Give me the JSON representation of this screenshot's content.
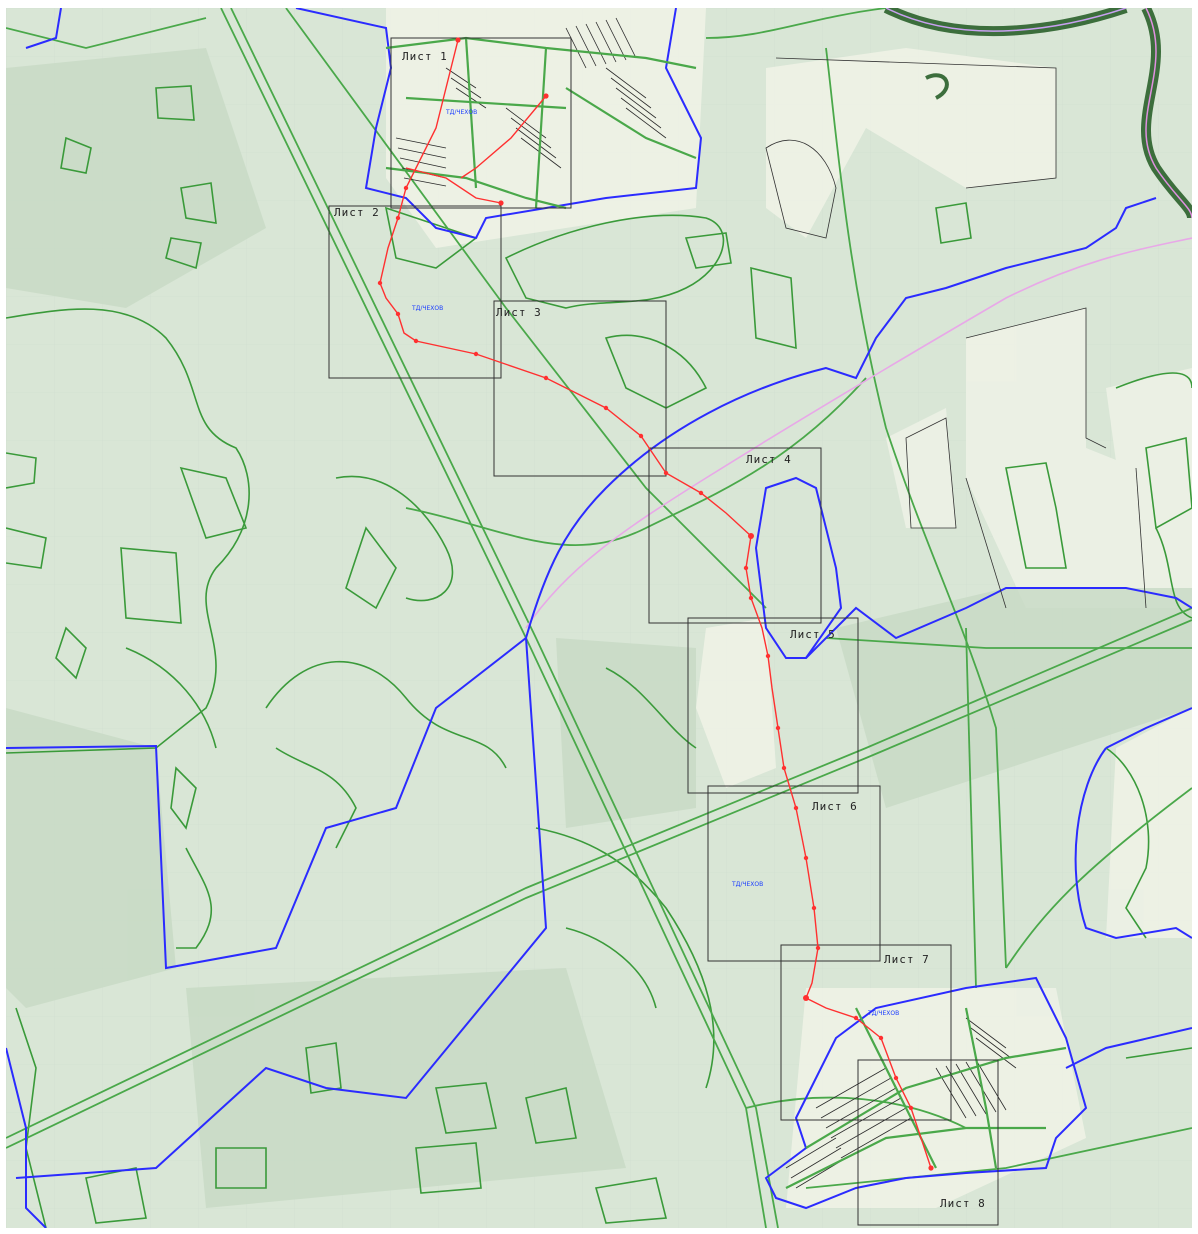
{
  "map": {
    "sheets": [
      {
        "id": "sheet-1",
        "label": "Лист 1"
      },
      {
        "id": "sheet-2",
        "label": "Лист 2"
      },
      {
        "id": "sheet-3",
        "label": "Лист 3"
      },
      {
        "id": "sheet-4",
        "label": "Лист 4"
      },
      {
        "id": "sheet-5",
        "label": "Лист 5"
      },
      {
        "id": "sheet-6",
        "label": "Лист 6"
      },
      {
        "id": "sheet-7",
        "label": "Лист 7"
      },
      {
        "id": "sheet-8",
        "label": "Лист 8"
      }
    ],
    "site_labels": [
      "ТД/ЧЕХОВ",
      "ТД/ЧЕХОВ",
      "ТД/ЧЕХОВ",
      "ТД/ЧЕХОВ"
    ],
    "colors": {
      "background": "#dde8da",
      "forest_outline": "#3a9a3a",
      "boundary": "#2b2bff",
      "route": "#ff3030",
      "road": "#4aa84a",
      "sheet_frame": "#333333",
      "river": "#2f6a2f",
      "pink_line": "#e8a0e0"
    }
  }
}
